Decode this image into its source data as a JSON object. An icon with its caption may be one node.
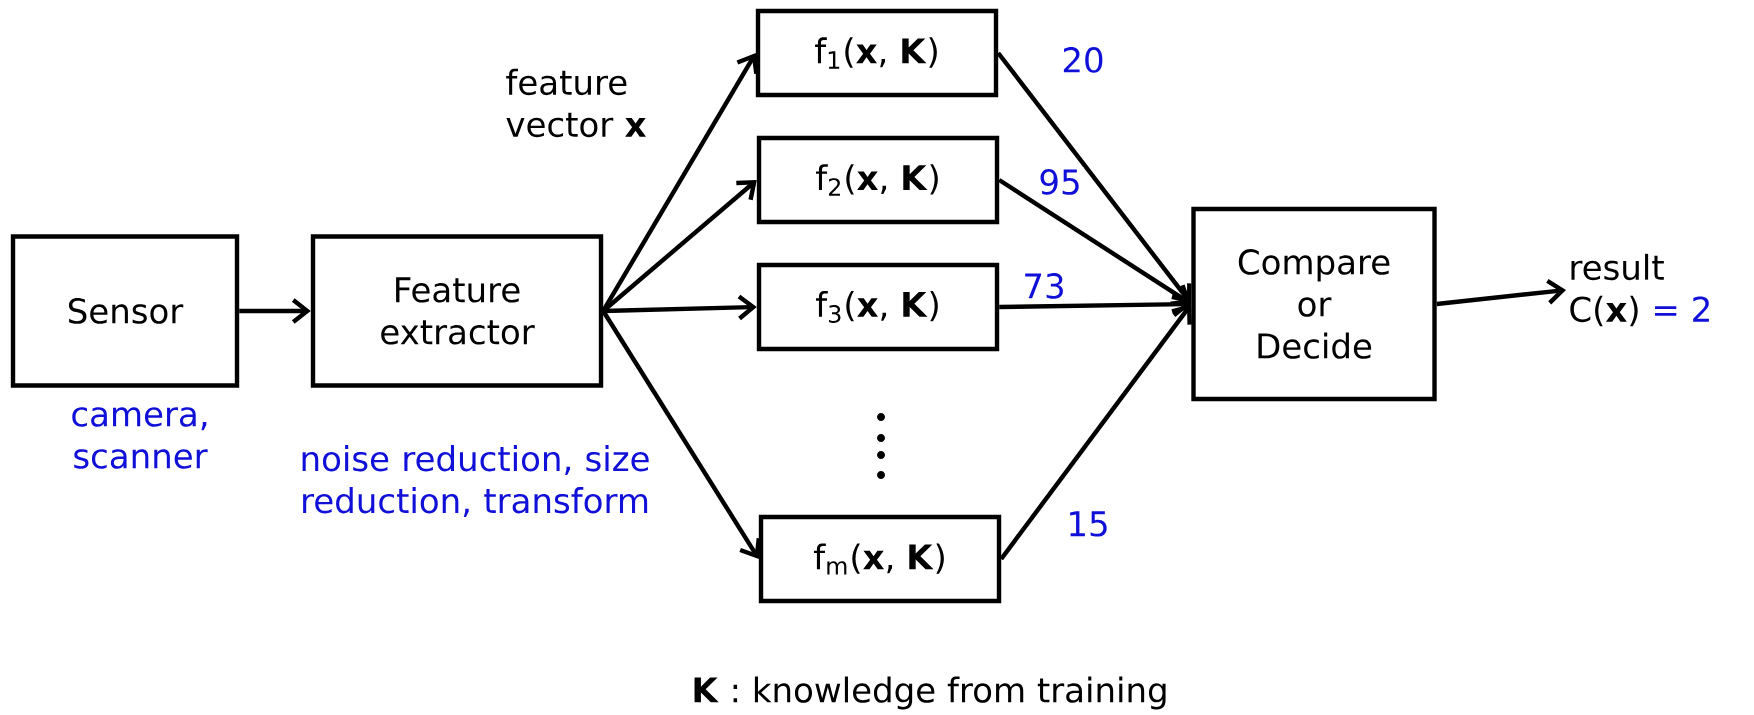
{
  "diagram": {
    "nodes": [
      {
        "text": [
          "Sensor"
        ],
        "beside": [
          "camera, scanner"
        ]
      },
      {
        "text": [
          "Feature extractor"
        ],
        "beside": [
          "noise reduction, size reduction, transform"
        ]
      },
      {
        "text": [
          "f$_{1}$(**x**, **K**)"
        ]
      },
      {
        "text": [
          "f$_{2}$(**x**, **K**)"
        ]
      },
      {
        "text": [
          "f$_{3}$(**x**, **K**)"
        ]
      },
      {
        "text": [
          "f$_{m}$(**x**, **K**)"
        ]
      },
      {
        "text": [
          "Compare or Decide"
        ]
      },
      {
        "text": [
          "result",
          "C(**x**)",
          "= 2"
        ]
      }
    ],
    "edges": [
      {
        "from": 0,
        "to": 1,
        "arrow": "to"
      },
      {
        "from": 1,
        "to": 2,
        "arrow": "to"
      },
      {
        "from": 1,
        "to": 3,
        "arrow": "to"
      },
      {
        "from": 1,
        "to": 4,
        "arrow": "to"
      },
      {
        "from": 1,
        "to": 5,
        "arrow": "to"
      },
      {
        "from": 2,
        "to": 6,
        "arrow": "to",
        "label": "20"
      },
      {
        "from": 3,
        "to": 6,
        "arrow": "to",
        "label": "95"
      },
      {
        "from": 4,
        "to": 6,
        "arrow": "to",
        "label": "73"
      },
      {
        "from": 5,
        "to": 6,
        "arrow": "to",
        "label": "15"
      },
      {
        "from": 6,
        "to": 7,
        "arrow": "to"
      }
    ],
    "labels": [
      "feature vector **x**",
      "**K** : knowledge from training"
    ]
  }
}
